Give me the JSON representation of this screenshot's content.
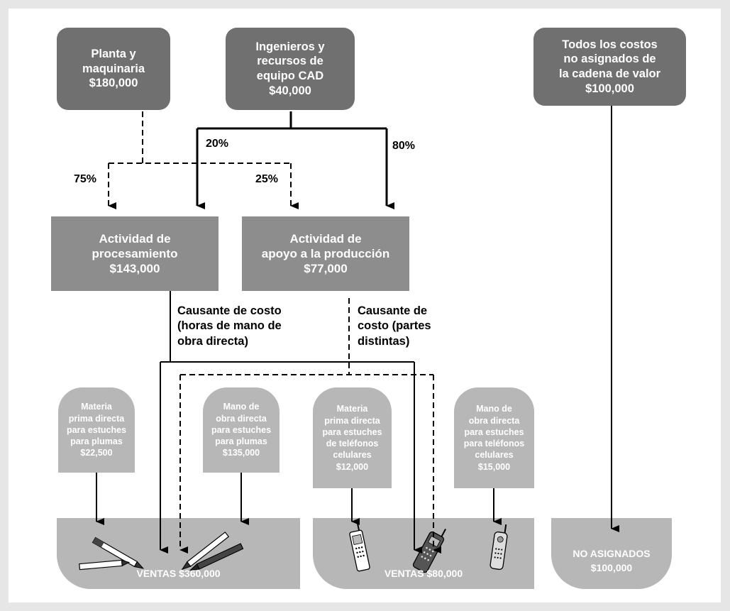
{
  "top_boxes": {
    "plant": {
      "line1": "Planta y",
      "line2": "maquinaria",
      "amount": "$180,000"
    },
    "engineers": {
      "line1": "Ingenieros y",
      "line2": "recursos de",
      "line3": "equipo CAD",
      "amount": "$40,000"
    },
    "unassigned_costs": {
      "line1": "Todos los costos",
      "line2": "no asignados de",
      "line3": "la cadena de valor",
      "amount": "$100,000"
    }
  },
  "allocations": {
    "plant_to_processing": "75%",
    "plant_to_support": "25%",
    "engineers_to_processing": "20%",
    "engineers_to_support": "80%"
  },
  "activities": {
    "processing": {
      "line1": "Actividad de",
      "line2": "procesamiento",
      "amount": "$143,000"
    },
    "support": {
      "line1": "Actividad de",
      "line2": "apoyo a la producción",
      "amount": "$77,000"
    }
  },
  "cost_drivers": {
    "processing": {
      "line1": "Causante de costo",
      "line2": "(horas de mano de",
      "line3": "obra directa)"
    },
    "support": {
      "line1": "Causante de",
      "line2": "costo (partes",
      "line3": "distintas)"
    }
  },
  "direct_costs": {
    "pen_materials": {
      "lines": [
        "Materia",
        "prima directa",
        "para estuches",
        "para plumas"
      ],
      "amount": "$22,500"
    },
    "pen_labor": {
      "lines": [
        "Mano de",
        "obra directa",
        "para estuches",
        "para plumas"
      ],
      "amount": "$135,000"
    },
    "phone_materials": {
      "lines": [
        "Materia",
        "prima directa",
        "para estuches",
        "de teléfonos",
        "celulares"
      ],
      "amount": "$12,000"
    },
    "phone_labor": {
      "lines": [
        "Mano de",
        "obra directa",
        "para estuches",
        "para teléfonos",
        "celulares"
      ],
      "amount": "$15,000"
    }
  },
  "sales": {
    "pens": "VENTAS $360,000",
    "phones": "VENTAS $80,000",
    "unassigned_line1": "NO ASIGNADOS",
    "unassigned_line2": "$100,000"
  },
  "icons": [
    "pen-icon",
    "mobile-phone-icon"
  ],
  "colors": {
    "dark_box": "#707071",
    "mid_box": "#8d8d8e",
    "light_box": "#b7b7b8",
    "background": "#e6e6e7"
  }
}
